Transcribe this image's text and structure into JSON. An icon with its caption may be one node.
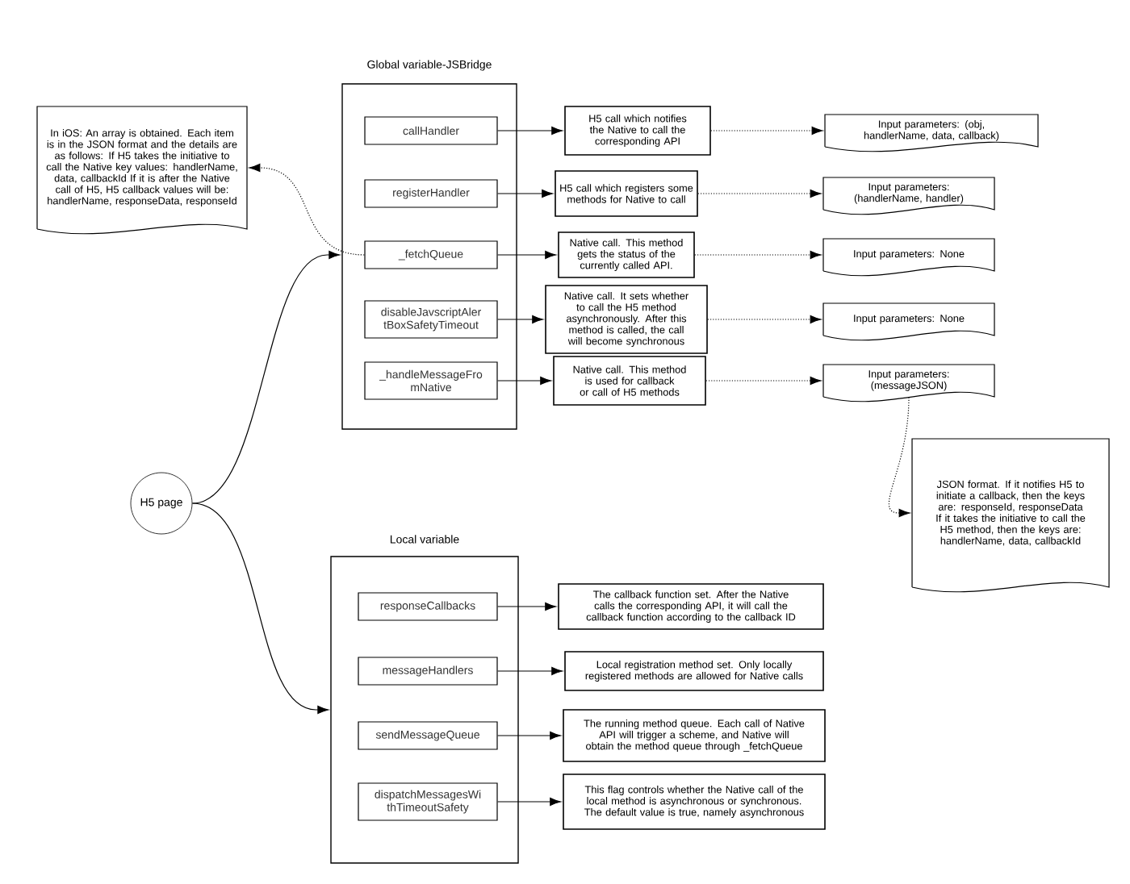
{
  "diagram": {
    "nodes": [
      {
        "text": [
          "H5 page"
        ]
      },
      {
        "text": [
          "Global variable-JSBridge"
        ]
      },
      {
        "text": [
          "callHandler"
        ],
        "in": 1
      },
      {
        "text": [
          "registerHandler"
        ],
        "in": 1
      },
      {
        "text": [
          "_fetchQueue"
        ],
        "in": 1
      },
      {
        "text": [
          "disableJavscriptAler tBoxSafetyTimeout"
        ],
        "in": 1
      },
      {
        "text": [
          "_handleMessageFro mNative"
        ],
        "in": 1
      },
      {
        "text": [
          "H5 call which notifies the Native to call the corresponding API"
        ]
      },
      {
        "text": [
          "H5 call which registers some methods for Native to call"
        ]
      },
      {
        "text": [
          "Native call. This method gets the status of the currently called API."
        ]
      },
      {
        "text": [
          "Native call. It sets whether to call the H5 method asynchronously. After this method is called, the call will become synchronous"
        ]
      },
      {
        "text": [
          "Native call. This method is used for callback or call of H5 methods"
        ]
      },
      {
        "text": [
          "Input parameters: (obj, handlerName, data, callback)"
        ]
      },
      {
        "text": [
          "Input parameters: (handlerName, handler)"
        ]
      },
      {
        "text": [
          "Input parameters: None"
        ]
      },
      {
        "text": [
          "Input parameters: None"
        ]
      },
      {
        "text": [
          "Input parameters: (messageJSON)"
        ]
      },
      {
        "text": [
          "JSON format. If it notifies H5 to initiate a callback, then the keys are: responseId, responseData If it takes the initiative to call the H5 method, then the keys are: handlerName, data, callbackId"
        ]
      },
      {
        "text": [
          "In iOS: An array is obtained. Each item is in the JSON format and the details are as follows:  If H5 takes the initiative to call the Native key values: handlerName, data, callbackId If it is after the Native call of H5, H5 callback values will be: handlerName, responseData, responseId"
        ]
      },
      {
        "text": [
          "Local variable"
        ]
      },
      {
        "text": [
          "responseCallbacks"
        ],
        "in": 19
      },
      {
        "text": [
          "messageHandlers"
        ],
        "in": 19
      },
      {
        "text": [
          "sendMessageQueue"
        ],
        "in": 19
      },
      {
        "text": [
          "dispatchMessagesWi thTimeoutSafety"
        ],
        "in": 19
      },
      {
        "text": [
          "The callback function set. After the Native calls the corresponding API, it will call the callback function according to the callback ID"
        ]
      },
      {
        "text": [
          "Local registration method set. Only locally registered methods are allowed for Native calls"
        ]
      },
      {
        "text": [
          "The running method queue. Each call of Native API will trigger a scheme, and Native will obtain the method queue through _fetchQueue"
        ]
      },
      {
        "text": [
          "This flag controls whether the Native call of the local method is asynchronous or synchronous. The default value is true, namely asynchronous"
        ]
      }
    ],
    "edges": [
      {
        "from": 0,
        "to": 1,
        "arrow": "to"
      },
      {
        "from": 0,
        "to": 19,
        "arrow": "to"
      },
      {
        "from": 2,
        "to": 7,
        "arrow": "to"
      },
      {
        "from": 3,
        "to": 8,
        "arrow": "to"
      },
      {
        "from": 4,
        "to": 9,
        "arrow": "to"
      },
      {
        "from": 5,
        "to": 10,
        "arrow": "to"
      },
      {
        "from": 6,
        "to": 11,
        "arrow": "to"
      },
      {
        "from": 7,
        "to": 12,
        "arrow": "to",
        "style": "dashed"
      },
      {
        "from": 8,
        "to": 13,
        "arrow": "to",
        "style": "dashed"
      },
      {
        "from": 9,
        "to": 14,
        "arrow": "to",
        "style": "dashed"
      },
      {
        "from": 10,
        "to": 15,
        "arrow": "to",
        "style": "dashed"
      },
      {
        "from": 11,
        "to": 16,
        "arrow": "to",
        "style": "dashed"
      },
      {
        "from": 16,
        "to": 17,
        "arrow": "to",
        "style": "dashed"
      },
      {
        "from": 4,
        "to": 18,
        "arrow": "to",
        "style": "dashed"
      },
      {
        "from": 20,
        "to": 24,
        "arrow": "to"
      },
      {
        "from": 21,
        "to": 25,
        "arrow": "to"
      },
      {
        "from": 22,
        "to": 26,
        "arrow": "to"
      },
      {
        "from": 23,
        "to": 27,
        "arrow": "to"
      }
    ]
  }
}
